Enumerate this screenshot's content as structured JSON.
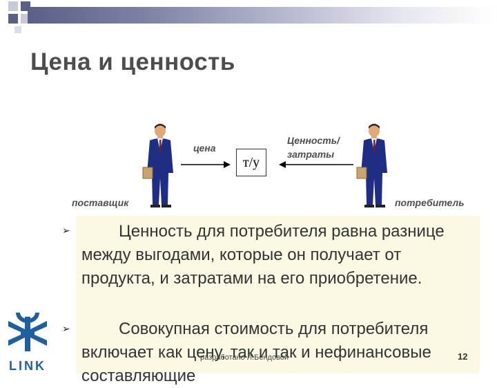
{
  "slide": {
    "title": "Цена и ценность",
    "page_number": "12",
    "footer": "разработано Л.Бендовой"
  },
  "diagram": {
    "price_label": "цена",
    "value_label_line1": "Ценность/",
    "value_label_line2": "затраты",
    "center_box": "т/у",
    "supplier_label": "поставщик",
    "consumer_label": "потребитель"
  },
  "content": {
    "paragraph1": "Ценность для потребителя равна разнице между выгодами, которые он получает от продукта, и затратами на его приобретение.",
    "paragraph2": "Совокупная стоимость для потребителя включает как цену, так и так и нефинансовые составляющие"
  },
  "logo": {
    "text": "LINK"
  },
  "colors": {
    "accent": "#5a5f86",
    "panel": "#fbf9e4",
    "title": "#4d4d4d",
    "logo": "#1f5f9e"
  }
}
